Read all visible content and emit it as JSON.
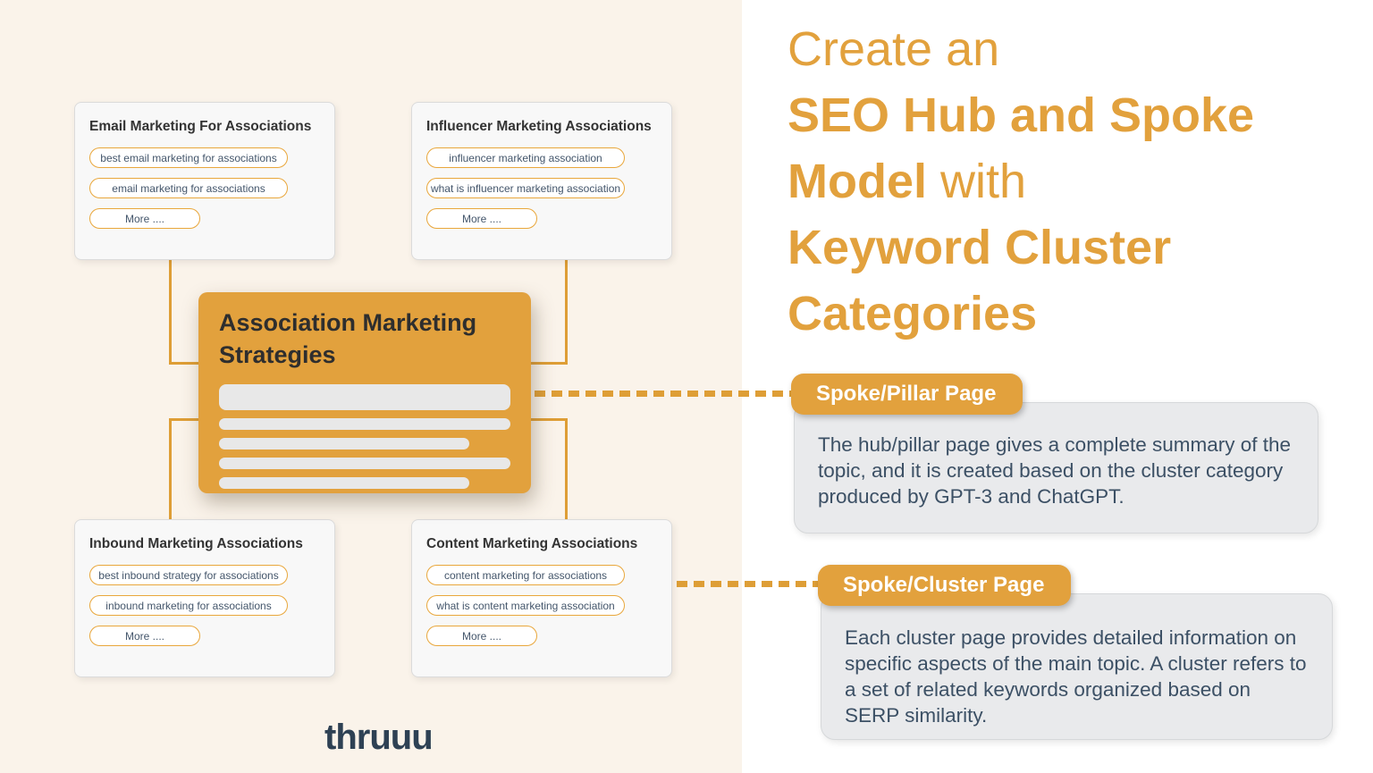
{
  "diagram": {
    "hub": {
      "title": "Association Marketing Strategies"
    },
    "cards": [
      {
        "title": "Email Marketing For Associations",
        "keywords": [
          "best email marketing for associations",
          "email marketing for associations"
        ],
        "more_label": "More ...."
      },
      {
        "title": "Influencer Marketing Associations",
        "keywords": [
          "influencer marketing association",
          "what is influencer marketing association"
        ],
        "more_label": "More ...."
      },
      {
        "title": "Inbound Marketing Associations",
        "keywords": [
          "best inbound strategy for associations",
          "inbound marketing for associations"
        ],
        "more_label": "More ...."
      },
      {
        "title": "Content Marketing Associations",
        "keywords": [
          "content marketing for associations",
          "what is content marketing association"
        ],
        "more_label": "More ...."
      }
    ],
    "logo": "thruuu"
  },
  "heading": {
    "line1": "Create an",
    "line2": "SEO Hub and Spoke",
    "line3_bold": "Model",
    "line3_light": " with",
    "line4": "Keyword Cluster",
    "line5": "Categories"
  },
  "callouts": [
    {
      "label": "Spoke/Pillar Page",
      "body": "The hub/pillar page gives a complete summary of the topic, and it is created based on the cluster category produced by GPT-3 and ChatGPT."
    },
    {
      "label": "Spoke/Cluster Page",
      "body": "Each cluster page provides detailed information on specific aspects of the main topic. A cluster refers to a set of related keywords organized based on SERP similarity."
    }
  ],
  "colors": {
    "accent": "#E2A13D",
    "line": "#DE9E36",
    "cream": "#FAF3EA",
    "pill-text": "#44566B",
    "body-text": "#3C5065",
    "logo-color": "#2E4154",
    "gray-box": "#E9EAEC"
  }
}
